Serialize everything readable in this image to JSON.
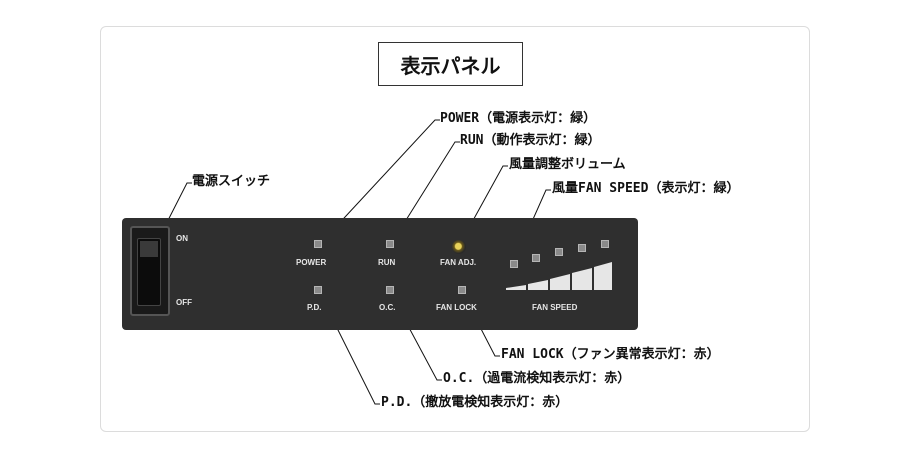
{
  "title": "表示パネル",
  "callouts": {
    "power": "POWER（電源表示灯：緑）",
    "run": "RUN（動作表示灯：緑）",
    "fan_adj": "風量調整ボリューム",
    "fan_speed": "風量FAN SPEED（表示灯：緑）",
    "switch": "電源スイッチ",
    "fan_lock": "FAN LOCK（ファン異常表示灯：赤）",
    "oc": "O.C.（過電流検知表示灯：赤）",
    "pd": "P.D.（撤放電検知表示灯：赤）"
  },
  "panel": {
    "on": "ON",
    "off": "OFF",
    "power": "POWER",
    "run": "RUN",
    "fan_adj": "FAN ADJ.",
    "pd": "P.D.",
    "oc": "O.C.",
    "fan_lock": "FAN LOCK",
    "fan_speed": "FAN SPEED"
  },
  "colors": {
    "panel": "#2f2f2f",
    "led_off": "#8a8a8a",
    "knob": "#e8d25a"
  }
}
